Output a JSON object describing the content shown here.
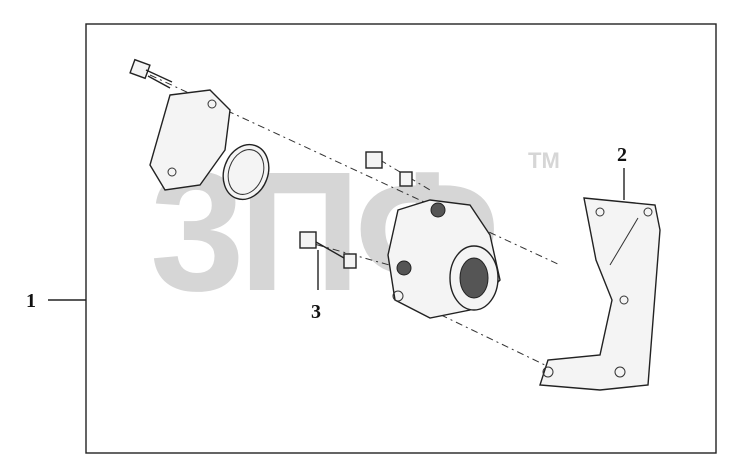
{
  "diagram": {
    "callouts": [
      {
        "id": "1",
        "label": "1"
      },
      {
        "id": "2",
        "label": "2"
      },
      {
        "id": "3",
        "label": "3"
      }
    ],
    "watermark": {
      "text": "3ПФ",
      "mark": "TM"
    }
  }
}
